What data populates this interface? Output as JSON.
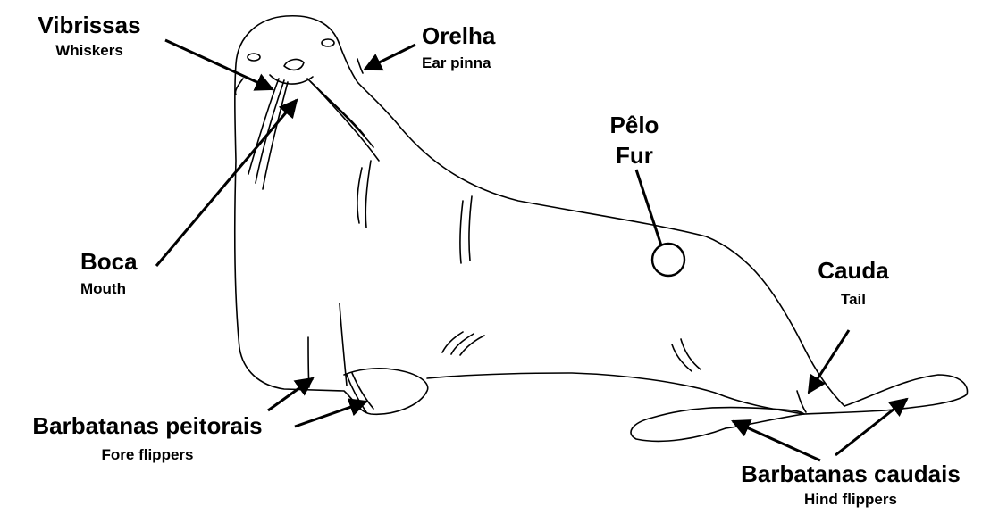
{
  "diagram": {
    "labels": [
      {
        "id": "whiskers",
        "pt": "Vibrissas",
        "en": "Whiskers"
      },
      {
        "id": "ear",
        "pt": "Orelha",
        "en": "Ear pinna"
      },
      {
        "id": "fur",
        "pt": "Pêlo",
        "en": "Fur"
      },
      {
        "id": "mouth",
        "pt": "Boca",
        "en": "Mouth"
      },
      {
        "id": "tail",
        "pt": "Cauda",
        "en": "Tail"
      },
      {
        "id": "fore-flippers",
        "pt": "Barbatanas peitorais",
        "en": "Fore flippers"
      },
      {
        "id": "hind-flippers",
        "pt": "Barbatanas caudais",
        "en": "Hind flippers"
      }
    ],
    "colors": {
      "line": "#000000",
      "background": "#ffffff"
    }
  }
}
